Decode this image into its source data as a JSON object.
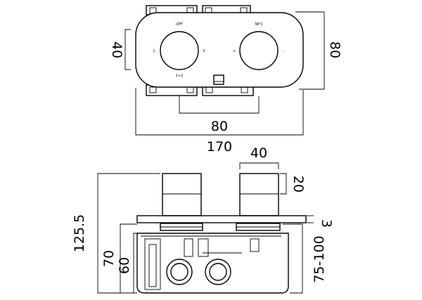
{
  "front_view": {
    "left_handle": {
      "top_label": "OFF",
      "left_mark": "1",
      "right_mark": "2",
      "bottom_label": "1+2"
    },
    "right_handle": {
      "top_label": "38°C",
      "left_mark": "+",
      "right_mark": "-"
    },
    "dims": {
      "handle_height": "40",
      "overall_height": "80",
      "handle_spacing": "80",
      "overall_width": "170"
    }
  },
  "side_view": {
    "dims": {
      "handle_width": "40",
      "handle_height": "20",
      "overall_depth": "125.5",
      "mid_depth": "70",
      "body_depth": "60",
      "plate_thickness": "3",
      "wall_range": "75-100"
    }
  }
}
